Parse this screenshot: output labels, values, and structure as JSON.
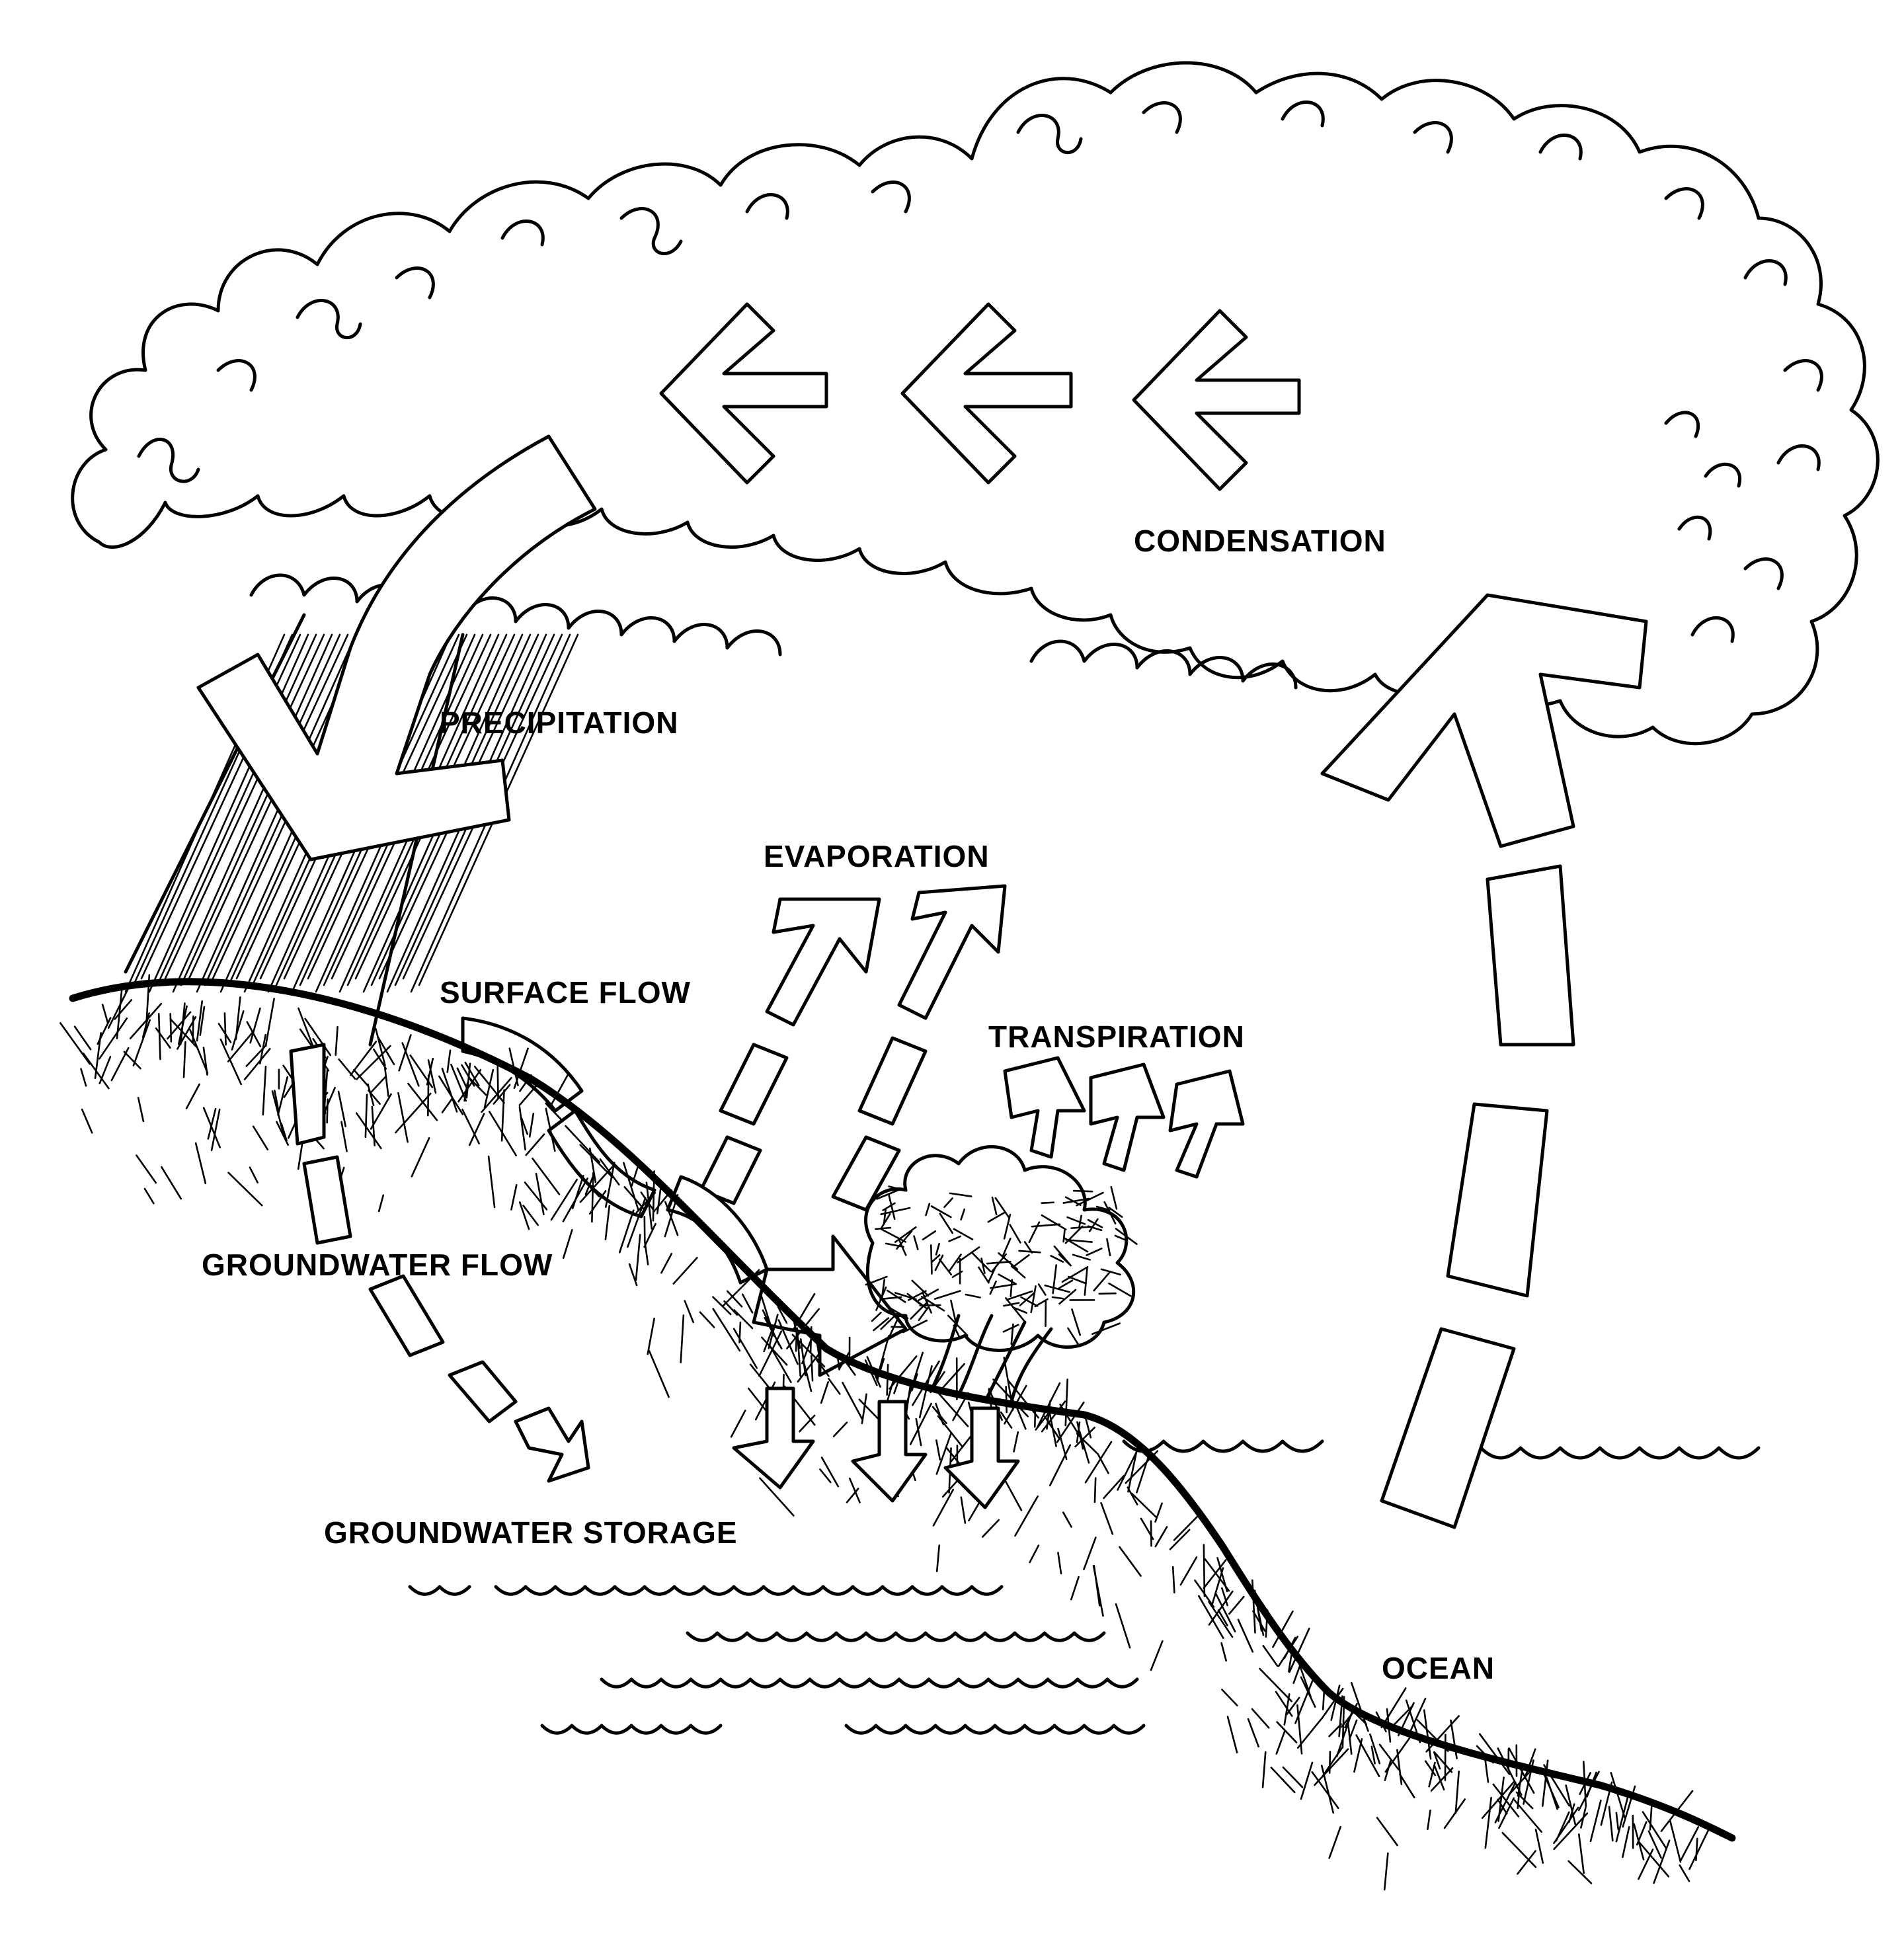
{
  "labels": {
    "condensation": "CONDENSATION",
    "precipitation": "PRECIPITATION",
    "evaporation": "EVAPORATION",
    "surface_flow": "SURFACE FLOW",
    "transpiration": "TRANSPIRATION",
    "groundwater_flow": "GROUNDWATER FLOW",
    "groundwater_storage": "GROUNDWATER STORAGE",
    "ocean": "OCEAN"
  }
}
